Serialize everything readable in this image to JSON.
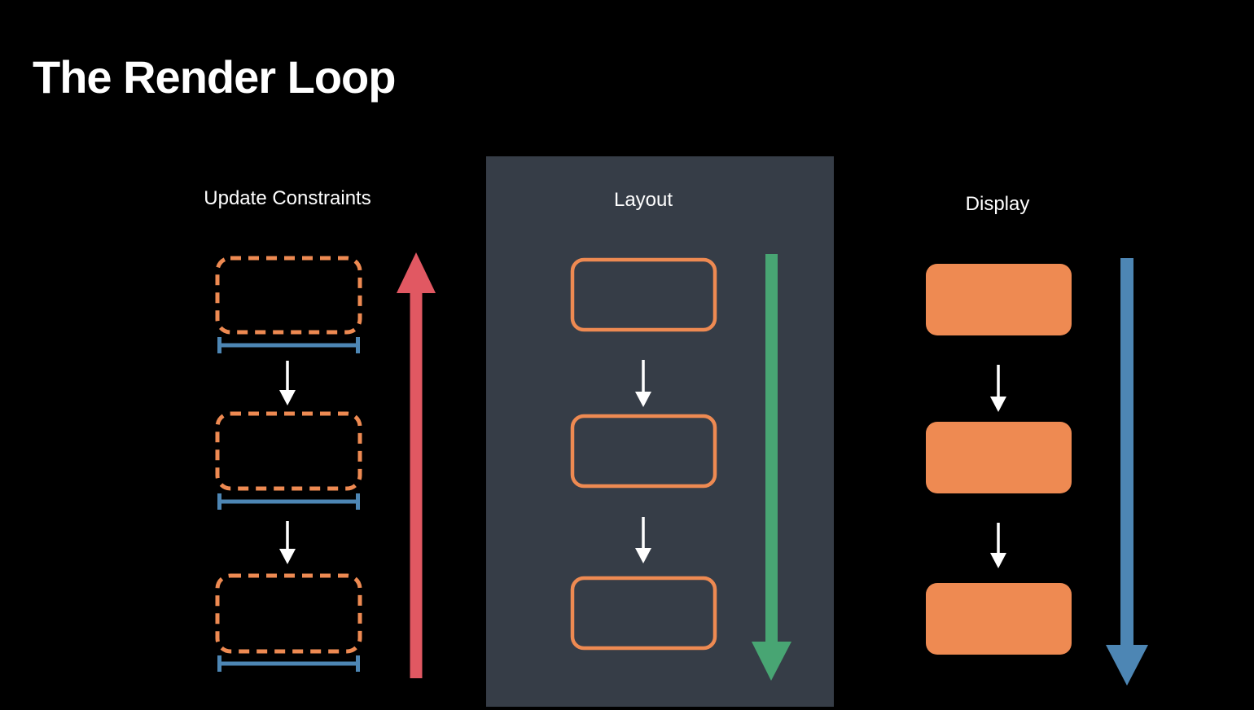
{
  "slide": {
    "title": "The Render Loop"
  },
  "columns": [
    {
      "label": "Update Constraints",
      "box_style": "dashed-outline",
      "box_count": 3,
      "has_measurement_lines": true,
      "flow_arrow": {
        "direction": "up",
        "color": "#E15862"
      }
    },
    {
      "label": "Layout",
      "box_style": "solid-outline",
      "box_count": 3,
      "has_panel": true,
      "panel_color": "#363D47",
      "flow_arrow": {
        "direction": "down",
        "color": "#48A573"
      }
    },
    {
      "label": "Display",
      "box_style": "filled",
      "box_count": 3,
      "flow_arrow": {
        "direction": "down",
        "color": "#4D86B4"
      }
    }
  ],
  "colors": {
    "background": "#000000",
    "text": "#ffffff",
    "orange": "#EE8A52",
    "red": "#E15862",
    "green": "#48A573",
    "blue": "#4D86B4",
    "panel": "#363D47"
  }
}
